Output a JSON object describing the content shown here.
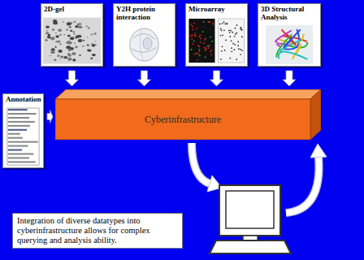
{
  "diagram": {
    "nodes": [
      {
        "text": [
          "2D-gel"
        ]
      },
      {
        "text": [
          "Y2H protein interaction"
        ]
      },
      {
        "text": [
          "Microarray"
        ]
      },
      {
        "text": [
          "3D Structural Analysis"
        ]
      },
      {
        "text": [
          "Annotation"
        ]
      },
      {
        "text": [
          "Cyberinfrastructure"
        ]
      },
      {
        "text": [
          "Integration of diverse datatypes into cyberinfrastructure allows for complex querying and analysis ability."
        ]
      }
    ],
    "edges": [
      {
        "from": 0,
        "to": 5,
        "arrow": "to"
      },
      {
        "from": 1,
        "to": 5,
        "arrow": "to"
      },
      {
        "from": 2,
        "to": 5,
        "arrow": "to"
      },
      {
        "from": 3,
        "to": 5,
        "arrow": "to"
      },
      {
        "from": 4,
        "to": 5,
        "arrow": "to"
      }
    ]
  }
}
